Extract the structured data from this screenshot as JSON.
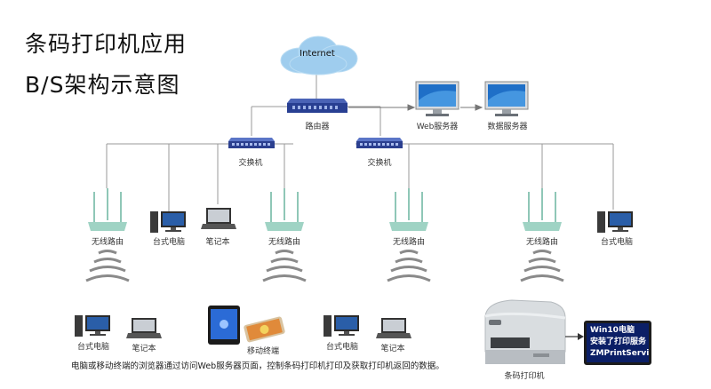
{
  "title": {
    "line1": "条码打印机应用",
    "line2": "B/S架构示意图"
  },
  "internet_label": "Internet",
  "router_label": "路由器",
  "web_server_label": "Web服务器",
  "db_server_label": "数据服务器",
  "switches": [
    "交换机",
    "交换机"
  ],
  "wireless_router_label": "无线路由",
  "desktop_label": "台式电脑",
  "laptop_label": "笔记本",
  "mobile_label": "移动终端",
  "printer_label": "条码打印机",
  "printer_panel": {
    "line1": "Win10电脑",
    "line2": "安装了打印服务",
    "line3": "ZMPrintService"
  },
  "caption": "电脑或移动终端的浏览器通过访问Web服务器页面，控制条码打印机打印及获取打印机返回的数据。",
  "colors": {
    "line": "#9a9a9a",
    "switch": "#2b3f8f",
    "router": "#283f92",
    "wifi": "#9fd3c4",
    "monitor": "#2a5ea8",
    "cloud": "#9fcdee"
  }
}
